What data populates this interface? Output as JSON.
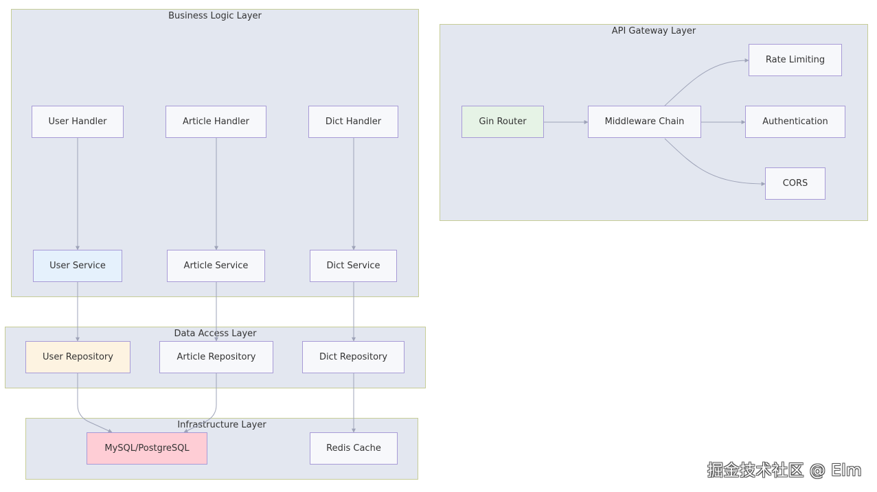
{
  "layers": {
    "business": "Business Logic Layer",
    "gateway": "API Gateway Layer",
    "data_access": "Data Access Layer",
    "infrastructure": "Infrastructure Layer"
  },
  "nodes": {
    "user_handler": "User Handler",
    "article_handler": "Article Handler",
    "dict_handler": "Dict Handler",
    "user_service": "User Service",
    "article_service": "Article Service",
    "dict_service": "Dict Service",
    "user_repository": "User Repository",
    "article_repository": "Article Repository",
    "dict_repository": "Dict Repository",
    "database": "MySQL/PostgreSQL",
    "redis_cache": "Redis Cache",
    "gin_router": "Gin Router",
    "middleware_chain": "Middleware Chain",
    "rate_limiting": "Rate Limiting",
    "authentication": "Authentication",
    "cors": "CORS"
  },
  "colors": {
    "layer_bg": "#e3e7f0",
    "layer_border": "#c6cc96",
    "node_border": "#a79ad6",
    "node_bg": "#f7f8fb",
    "edge": "#9ea3b8",
    "user_service_bg": "#e5f1fc",
    "user_repository_bg": "#fdf3e1",
    "database_bg": "#fecdd5",
    "gin_router_bg": "#e6f3e6"
  },
  "watermark": "掘金技术社区 @ Elm"
}
